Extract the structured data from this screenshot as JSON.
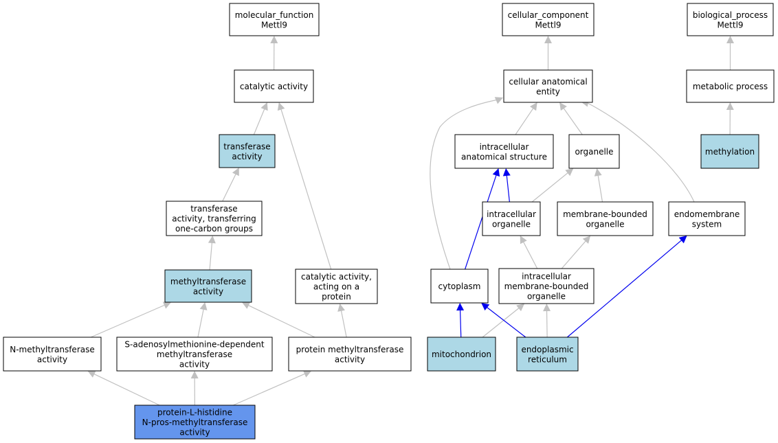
{
  "colors": {
    "white": "#ffffff",
    "light_blue": "#add8e6",
    "blue": "#6495ed",
    "edge_gray": "#c0c0c0",
    "edge_blue": "#0000ee"
  },
  "nodes": [
    {
      "id": "mf",
      "lines": [
        "molecular_function",
        "Mettl9"
      ],
      "fill": "white"
    },
    {
      "id": "ca",
      "lines": [
        "catalytic activity"
      ],
      "fill": "white"
    },
    {
      "id": "ta",
      "lines": [
        "transferase",
        "activity"
      ],
      "fill": "light_blue"
    },
    {
      "id": "tat",
      "lines": [
        "transferase",
        "activity, transferring",
        "one-carbon groups"
      ],
      "fill": "white"
    },
    {
      "id": "mta",
      "lines": [
        "methyltransferase",
        "activity"
      ],
      "fill": "light_blue"
    },
    {
      "id": "caap",
      "lines": [
        "catalytic activity,",
        "acting on a",
        "protein"
      ],
      "fill": "white"
    },
    {
      "id": "nmt",
      "lines": [
        "N-methyltransferase",
        "activity"
      ],
      "fill": "white"
    },
    {
      "id": "sam",
      "lines": [
        "S-adenosylmethionine-dependent",
        "methyltransferase",
        "activity"
      ],
      "fill": "white"
    },
    {
      "id": "pmt",
      "lines": [
        "protein methyltransferase",
        "activity"
      ],
      "fill": "white"
    },
    {
      "id": "plh",
      "lines": [
        "protein-L-histidine",
        "N-pros-methyltransferase",
        "activity"
      ],
      "fill": "blue"
    },
    {
      "id": "cc",
      "lines": [
        "cellular_component",
        "Mettl9"
      ],
      "fill": "white"
    },
    {
      "id": "cae",
      "lines": [
        "cellular anatomical",
        "entity"
      ],
      "fill": "white"
    },
    {
      "id": "ias",
      "lines": [
        "intracellular",
        "anatomical structure"
      ],
      "fill": "white"
    },
    {
      "id": "org",
      "lines": [
        "organelle"
      ],
      "fill": "white"
    },
    {
      "id": "io",
      "lines": [
        "intracellular",
        "organelle"
      ],
      "fill": "white"
    },
    {
      "id": "mbo",
      "lines": [
        "membrane-bounded",
        "organelle"
      ],
      "fill": "white"
    },
    {
      "id": "ems",
      "lines": [
        "endomembrane",
        "system"
      ],
      "fill": "white"
    },
    {
      "id": "cyt",
      "lines": [
        "cytoplasm"
      ],
      "fill": "white"
    },
    {
      "id": "imbo",
      "lines": [
        "intracellular",
        "membrane-bounded",
        "organelle"
      ],
      "fill": "white"
    },
    {
      "id": "mito",
      "lines": [
        "mitochondrion"
      ],
      "fill": "light_blue"
    },
    {
      "id": "er",
      "lines": [
        "endoplasmic",
        "reticulum"
      ],
      "fill": "light_blue"
    },
    {
      "id": "bp",
      "lines": [
        "biological_process",
        "Mettl9"
      ],
      "fill": "white"
    },
    {
      "id": "mp",
      "lines": [
        "metabolic process"
      ],
      "fill": "white"
    },
    {
      "id": "meth",
      "lines": [
        "methylation"
      ],
      "fill": "light_blue"
    }
  ],
  "edges": [
    {
      "from": "ca",
      "to": "mf",
      "color": "edge_gray"
    },
    {
      "from": "ta",
      "to": "ca",
      "color": "edge_gray"
    },
    {
      "from": "caap",
      "to": "ca",
      "color": "edge_gray"
    },
    {
      "from": "tat",
      "to": "ta",
      "color": "edge_gray"
    },
    {
      "from": "mta",
      "to": "tat",
      "color": "edge_gray"
    },
    {
      "from": "nmt",
      "to": "mta",
      "color": "edge_gray"
    },
    {
      "from": "sam",
      "to": "mta",
      "color": "edge_gray"
    },
    {
      "from": "pmt",
      "to": "mta",
      "color": "edge_gray"
    },
    {
      "from": "pmt",
      "to": "caap",
      "color": "edge_gray"
    },
    {
      "from": "plh",
      "to": "nmt",
      "color": "edge_gray"
    },
    {
      "from": "plh",
      "to": "sam",
      "color": "edge_gray"
    },
    {
      "from": "plh",
      "to": "pmt",
      "color": "edge_gray"
    },
    {
      "from": "cae",
      "to": "cc",
      "color": "edge_gray"
    },
    {
      "from": "ias",
      "to": "cae",
      "color": "edge_gray"
    },
    {
      "from": "org",
      "to": "cae",
      "color": "edge_gray"
    },
    {
      "from": "ems",
      "to": "cae",
      "color": "edge_gray"
    },
    {
      "from": "cyt",
      "to": "cae",
      "color": "edge_gray"
    },
    {
      "from": "io",
      "to": "ias",
      "color": "edge_blue"
    },
    {
      "from": "io",
      "to": "org",
      "color": "edge_gray"
    },
    {
      "from": "mbo",
      "to": "org",
      "color": "edge_gray"
    },
    {
      "from": "cyt",
      "to": "ias",
      "color": "edge_blue"
    },
    {
      "from": "imbo",
      "to": "io",
      "color": "edge_gray"
    },
    {
      "from": "imbo",
      "to": "mbo",
      "color": "edge_gray"
    },
    {
      "from": "mito",
      "to": "cyt",
      "color": "edge_blue"
    },
    {
      "from": "mito",
      "to": "imbo",
      "color": "edge_gray"
    },
    {
      "from": "er",
      "to": "cyt",
      "color": "edge_blue"
    },
    {
      "from": "er",
      "to": "imbo",
      "color": "edge_gray"
    },
    {
      "from": "er",
      "to": "ems",
      "color": "edge_blue"
    },
    {
      "from": "mp",
      "to": "bp",
      "color": "edge_gray"
    },
    {
      "from": "meth",
      "to": "mp",
      "color": "edge_gray"
    }
  ]
}
